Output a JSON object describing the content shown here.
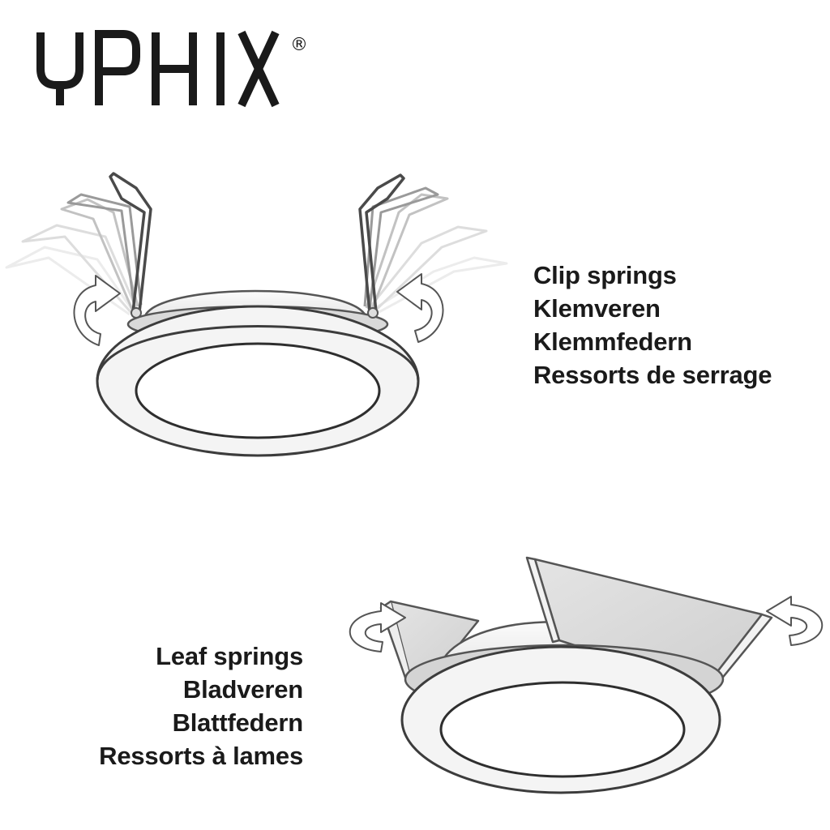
{
  "brand": {
    "name": "YPHIX",
    "registered_mark": "®",
    "color": "#1a1a1a"
  },
  "clip_springs": {
    "labels": [
      "Clip springs",
      "Klemveren",
      "Klemmfedern",
      "Ressorts de serrage"
    ]
  },
  "leaf_springs": {
    "labels": [
      "Leaf springs",
      "Bladveren",
      "Blattfedern",
      "Ressorts à lames"
    ]
  }
}
